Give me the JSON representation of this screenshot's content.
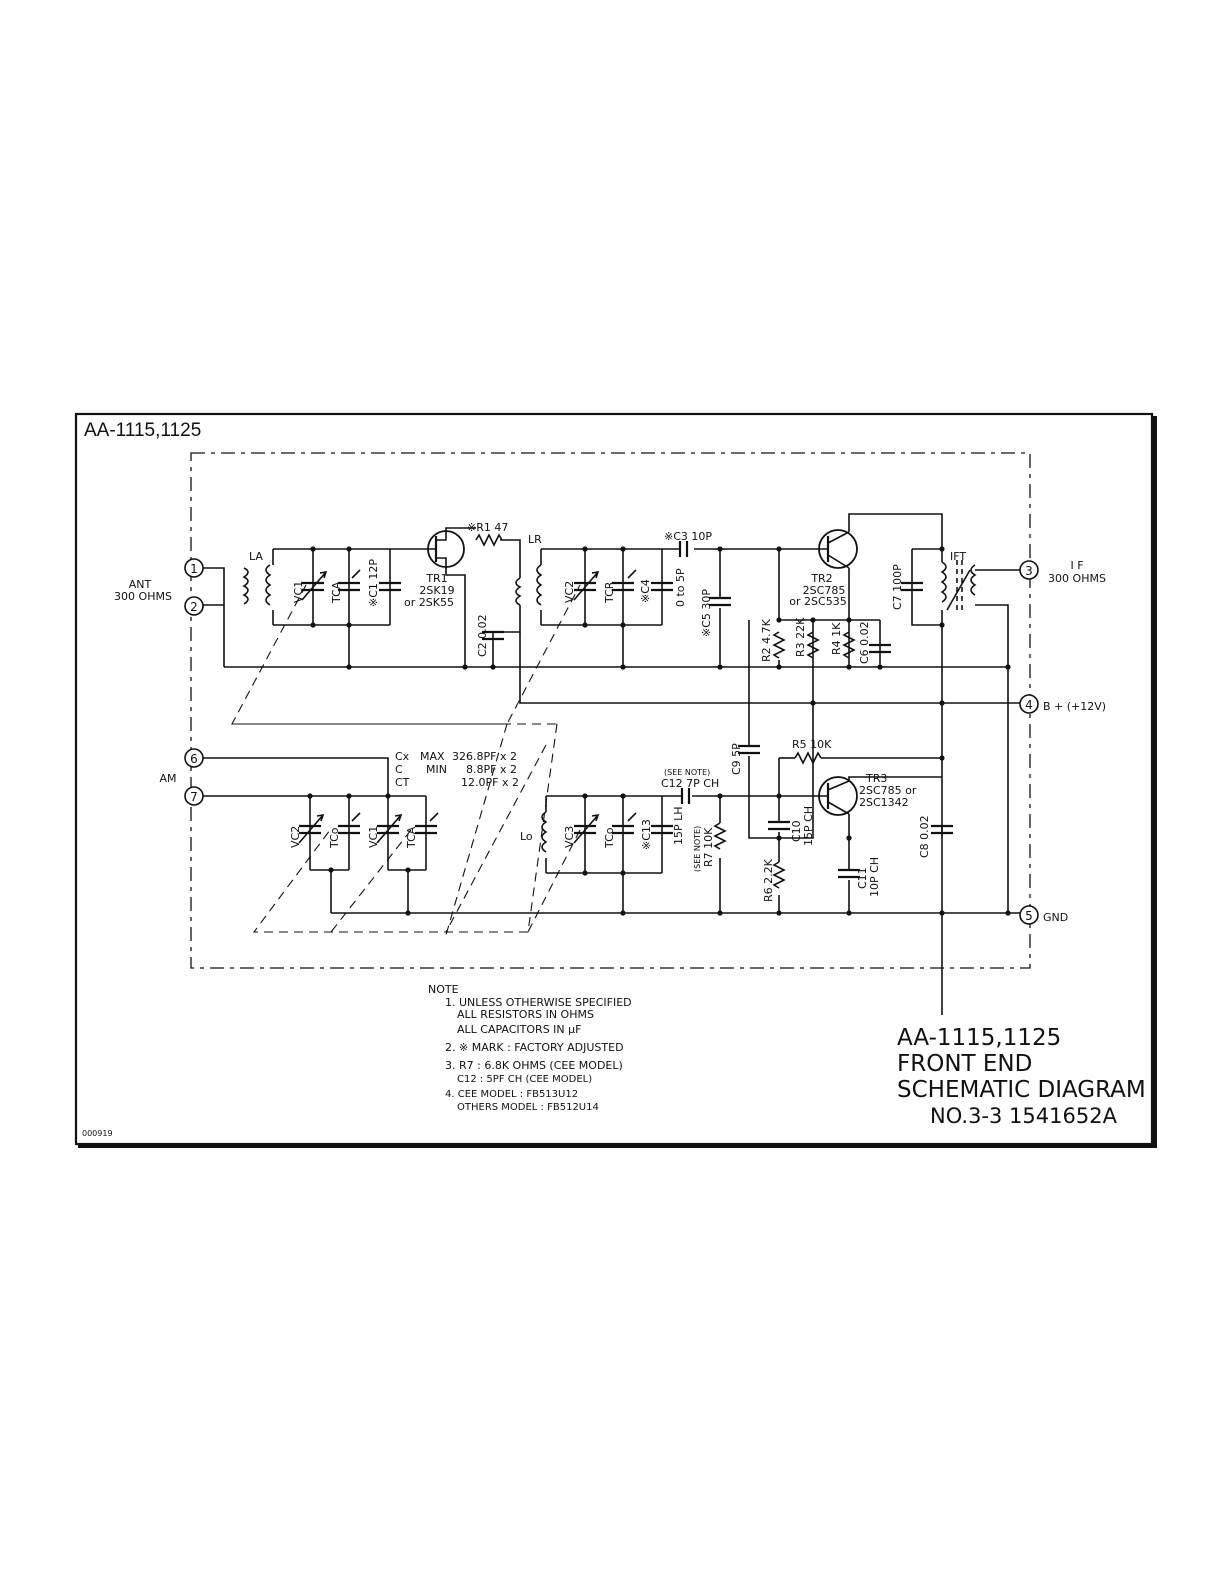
{
  "sheet": {
    "model_top": "AA-1115,1125",
    "doc_code": "000919",
    "title_lines": [
      "AA-1115,1125",
      "FRONT  END",
      "SCHEMATIC DIAGRAM"
    ],
    "doc_number": "NO.3-3   1541652A"
  },
  "terminals": [
    {
      "id": "1",
      "label": ""
    },
    {
      "id": "2",
      "label": ""
    },
    {
      "id": "3",
      "label": ""
    },
    {
      "id": "4",
      "label": "B + (+12V)"
    },
    {
      "id": "5",
      "label": "GND"
    },
    {
      "id": "6",
      "label": ""
    },
    {
      "id": "7",
      "label": ""
    }
  ],
  "side_labels": {
    "ant_1": "ANT",
    "ant_2": "300 OHMS",
    "if_1": "I F",
    "if_2": "300 OHMS",
    "am": "AM"
  },
  "components": {
    "LA": "LA",
    "VC1": "VC1",
    "TCA": "TCA",
    "C1": "※C1 12P",
    "TR1": [
      "TR1",
      "2SK19",
      "or 2SK55"
    ],
    "R1": "※R1  47",
    "LR": "LR",
    "C2": "C2 0.02",
    "VC2": "VC2",
    "TCR": "TCR",
    "C4": "※C4",
    "C4v": "0 to 5P",
    "C3": "※C3  10P",
    "C5": "※C5  30P",
    "TR2": [
      "TR2",
      "2SC785",
      "or 2SC535"
    ],
    "C7": "C7  100P",
    "IFT": "IFT",
    "R2": "R2  4.7K",
    "R3": "R3  22K",
    "R4": "R4  1K",
    "C6": "C6  0.02",
    "C9": "C9  5P",
    "R5": "R5  10K",
    "TR3": [
      "TR3",
      "2SC785 or",
      "2SC1342"
    ],
    "C8": "C8  0.02",
    "C12_note": "(SEE NOTE)",
    "C12": "C12  7P CH",
    "Lo": "Lo",
    "VC3": "VC3",
    "TCo": "TCo",
    "C13": "※C13",
    "C13v": "15P LH",
    "R7_note": "(SEE NOTE)",
    "R7": "R7  10K",
    "C10": "C10",
    "C10v": "15P CH",
    "R6": "R6  2.2K",
    "C11": "C11",
    "C11v": "10P CH",
    "VC2am": "VC2",
    "TCoam": "TCo",
    "VC1am": "VC1",
    "TCAam": "TCA"
  },
  "cap_spec": [
    {
      "sym": "Cx",
      "key": "MAX",
      "val": "326.8PF x 2"
    },
    {
      "sym": "C",
      "key": "MIN",
      "val": "8.8PF x 2"
    },
    {
      "sym": "CT",
      "key": "",
      "val": "12.0PF x 2"
    }
  ],
  "notes": {
    "heading": "NOTE",
    "lines": [
      "1. UNLESS  OTHERWISE  SPECIFIED",
      "ALL  RESISTORS  IN  OHMS",
      "ALL  CAPACITORS  IN  μF",
      "2. ※ MARK :  FACTORY  ADJUSTED",
      "3. R7 : 6.8K  OHMS (CEE MODEL)",
      "C12 :  5PF CH  (CEE  MODEL)",
      "4. CEE  MODEL  :  FB513U12",
      "OTHERS MODEL : FB512U14"
    ]
  }
}
